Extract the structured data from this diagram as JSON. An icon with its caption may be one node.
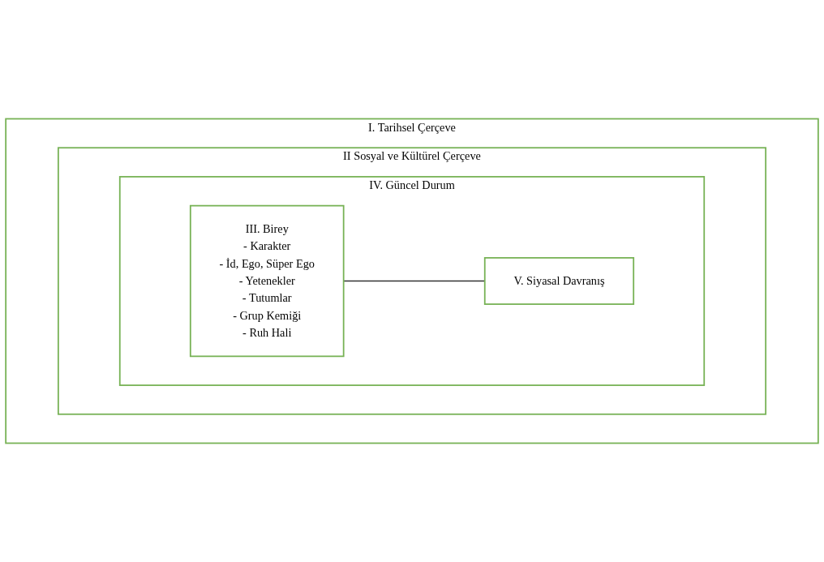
{
  "diagram": {
    "nodes": [
      {
        "text": [
          "I. Tarihsel Çerçeve"
        ]
      },
      {
        "text": [
          "II Sosyal ve Kültürel Çerçeve"
        ],
        "in": 0
      },
      {
        "text": [
          "IV. Güncel Durum"
        ],
        "in": 1
      },
      {
        "text": [
          "III. Birey",
          "- Karakter",
          "- İd, Ego, Süper Ego",
          "- Yetenekler",
          "- Tutumlar",
          "- Grup Kemiği",
          "- Ruh Hali"
        ],
        "in": 2
      },
      {
        "text": [
          "V. Siyasal Davranış"
        ],
        "in": 2
      }
    ],
    "edges": [
      {
        "from": 3,
        "to": 4,
        "arrow": "none"
      }
    ]
  }
}
